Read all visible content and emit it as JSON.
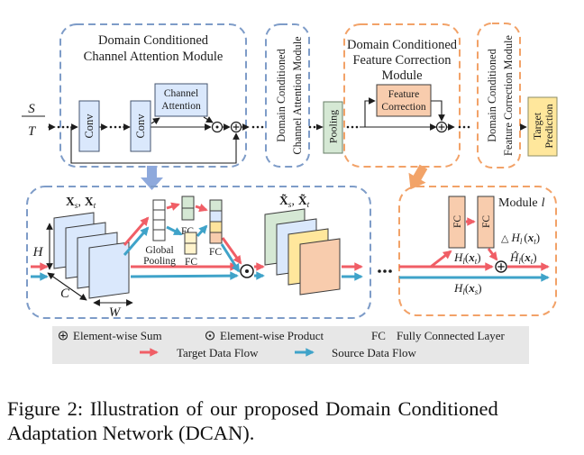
{
  "colors": {
    "target_flow_red": "#f05e66",
    "source_flow_blue": "#3fa3c9",
    "attention_dashed_blue": "#7e9cc8",
    "correction_dashed_orange": "#f2a268",
    "conv_fill_blue": "#dae8fc",
    "pooling_fill_green": "#d5e8d4",
    "correction_fill_orange": "#f8ccad",
    "prediction_fill_yellow": "#ffe79c",
    "legend_bg_gray": "#e7e7e7"
  },
  "top": {
    "source_label": "S",
    "target_label": "T",
    "cam": {
      "title1": "Domain Conditioned",
      "title2": "Channel Attention Module",
      "conv1": "Conv",
      "conv2": "Conv",
      "ca1": "Channel",
      "ca2": "Attention"
    },
    "cam_small": {
      "line1": "Domain Conditioned",
      "line2": "Channel Attention Module"
    },
    "pooling": "Pooling",
    "fcm": {
      "title1": "Domain Conditioned",
      "title2": "Feature Correction",
      "title3": "Module",
      "feature1": "Feature",
      "feature2": "Correction"
    },
    "fcm_small": {
      "line1": "Domain Conditioned",
      "line2": "Feature Correction Module"
    },
    "target_pred": {
      "line1": "Target",
      "line2": "Prediction"
    }
  },
  "bottom": {
    "x_in": {
      "X1": "X",
      "s": "s",
      "comma": ",",
      "X2": "X",
      "t": "t"
    },
    "x_out": {
      "X1": "X̃",
      "s": "s",
      "comma": ",",
      "X2": "X̃",
      "t": "t"
    },
    "dims": {
      "H": "H",
      "C": "C",
      "W": "W"
    },
    "gp1": "Global",
    "gp2": "Pooling",
    "fc_a": "FC",
    "fc_b": "FC",
    "fc_c": "FC",
    "module": {
      "word": "Module",
      "var": "l",
      "fc1": "FC",
      "fc2": "FC",
      "h_xt": {
        "base": "H",
        "sub": "l",
        "open": "(",
        "x": "x",
        "xsub": "t",
        "close": ")"
      },
      "delta": {
        "pre": "△",
        "base": "H",
        "sub": "l",
        "open": "(",
        "x": "x",
        "xsub": "t",
        "close": ")"
      },
      "hat": {
        "base": "Ĥ",
        "sub": "l",
        "open": "(",
        "x": "x",
        "xsub": "t",
        "close": ")"
      },
      "h_xs": {
        "base": "H",
        "sub": "l",
        "open": "(",
        "x": "x",
        "xsub": "s",
        "close": ")"
      }
    }
  },
  "legend": {
    "sum": "Element-wise Sum",
    "product": "Element-wise Product",
    "fc_abbr": "FC",
    "fc_full": "Fully Connected Layer",
    "target_flow": "Target Data Flow",
    "source_flow": "Source Data Flow"
  },
  "figure": {
    "caption_line1": "Figure 2: Illustration of our proposed Domain Conditioned",
    "caption_line2": "Adaptation Network (DCAN)."
  }
}
